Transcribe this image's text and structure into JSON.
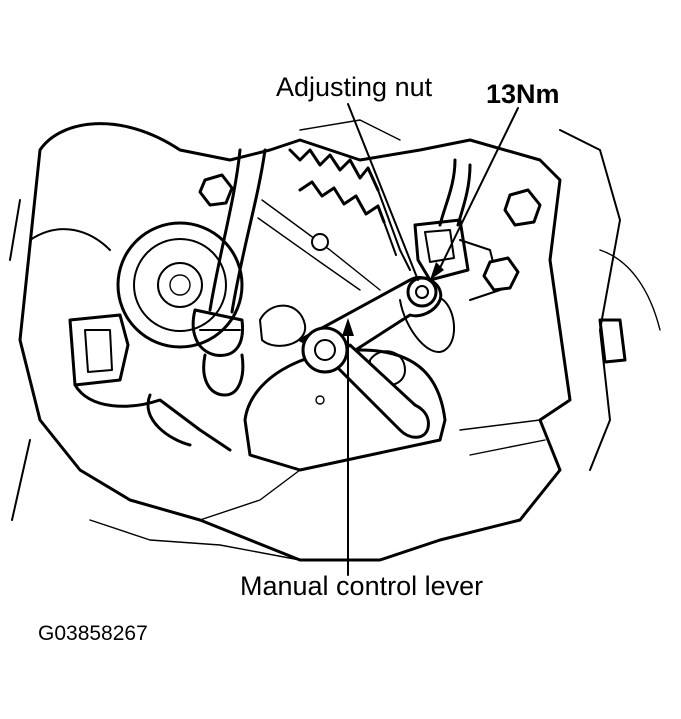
{
  "labels": {
    "adjusting_nut": "Adjusting nut",
    "torque": "13Nm",
    "manual_control_lever": "Manual control  lever",
    "figure_id": "G03858267"
  },
  "colors": {
    "ink": "#000000",
    "background": "#ffffff"
  }
}
